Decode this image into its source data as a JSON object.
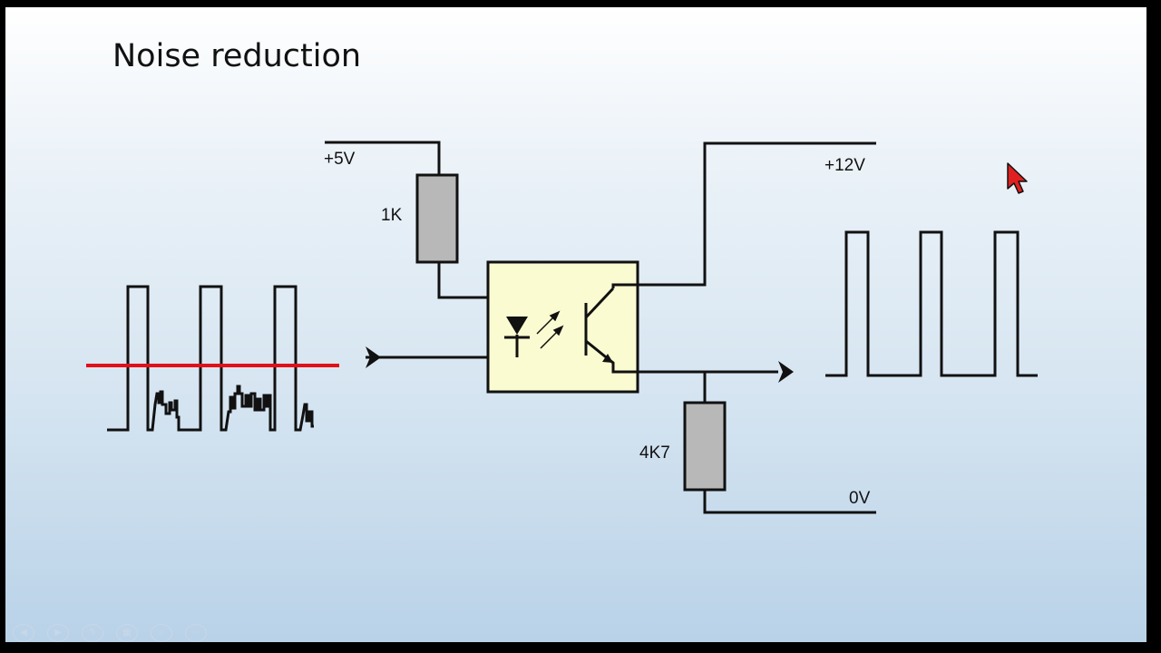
{
  "slide": {
    "title": "Noise reduction"
  },
  "circuit": {
    "supply_in": "+5V",
    "supply_out": "+12V",
    "ground": "0V",
    "resistor_input": "1K",
    "resistor_output": "4K7"
  },
  "colors": {
    "threshold_line": "#e0101a",
    "optocoupler_fill": "#fbfbd2",
    "resistor_fill": "#b8b8b8",
    "wire": "#111111",
    "cursor": "#e02020"
  },
  "controls": {
    "items": [
      {
        "icon": "previous-icon",
        "glyph": "◀"
      },
      {
        "icon": "next-icon",
        "glyph": "▶"
      },
      {
        "icon": "pen-icon",
        "glyph": "✎"
      },
      {
        "icon": "slides-icon",
        "glyph": "▦"
      },
      {
        "icon": "zoom-icon",
        "glyph": "⌕"
      },
      {
        "icon": "more-icon",
        "glyph": "⋯"
      }
    ]
  }
}
